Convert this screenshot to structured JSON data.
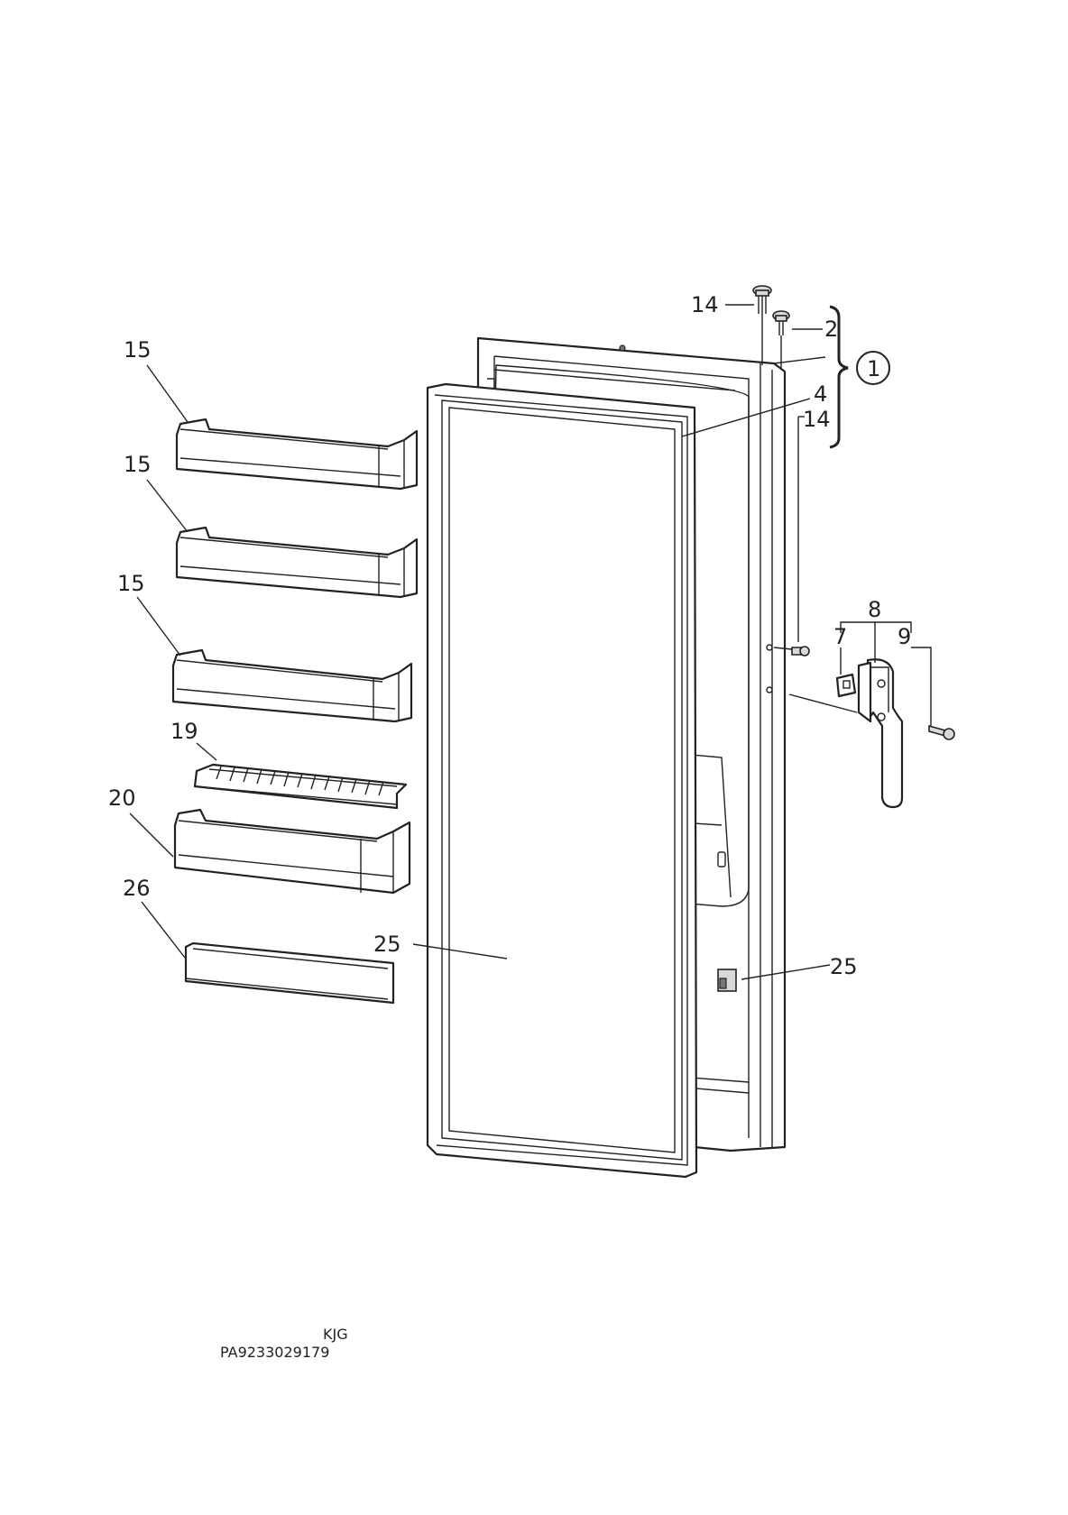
{
  "labels": {
    "l14a": "14",
    "l2": "2",
    "l1": "1",
    "l4": "4",
    "l14b": "14",
    "l15a": "15",
    "l15b": "15",
    "l15c": "15",
    "l8": "8",
    "l7": "7",
    "l9": "9",
    "l19": "19",
    "l20": "20",
    "l26": "26",
    "l25a": "25",
    "l25b": "25"
  },
  "footer": {
    "code": "KJG",
    "ref": "PA9233029179"
  }
}
